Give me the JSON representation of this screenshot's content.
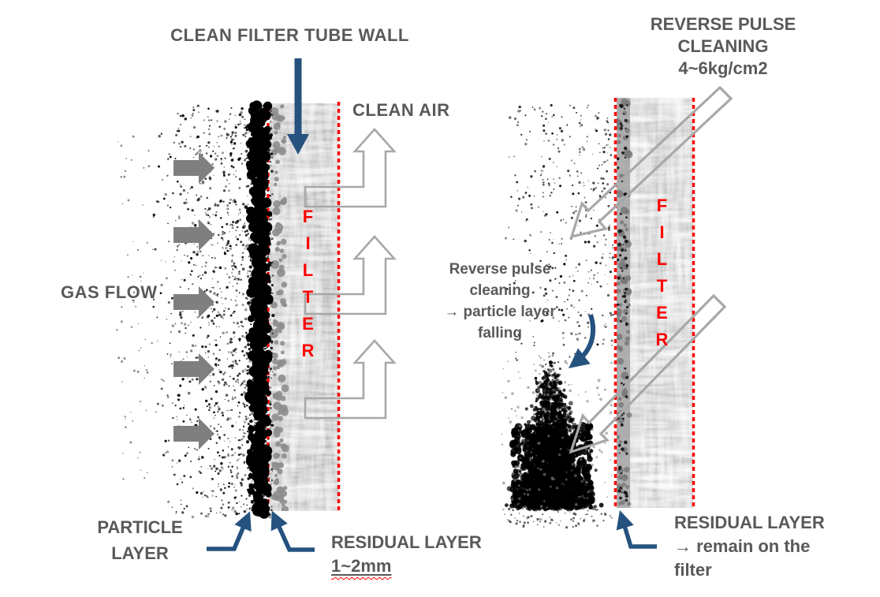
{
  "colors": {
    "text": "#595959",
    "red": "#ff0000",
    "blue": "#25527e",
    "gray": "#7f7f7f",
    "outline": "#a8a8a8"
  },
  "left": {
    "title": "CLEAN FILTER TUBE WALL",
    "clean_air": "CLEAN AIR",
    "gas_flow": "GAS FLOW",
    "filter_word": "FILTER",
    "particle_layer_lines": [
      "PARTICLE",
      "LAYER"
    ],
    "residual_label": "RESIDUAL LAYER",
    "residual_value": "1~2mm"
  },
  "right": {
    "title_lines": [
      "REVERSE PULSE",
      "CLEANING",
      "4~6kg/cm2"
    ],
    "filter_word": "FILTER",
    "note_lines": [
      "Reverse pulse",
      "cleaning",
      "→ particle layer",
      "falling"
    ],
    "residual_lines": [
      "RESIDUAL LAYER",
      "→ remain on the",
      "filter"
    ]
  }
}
